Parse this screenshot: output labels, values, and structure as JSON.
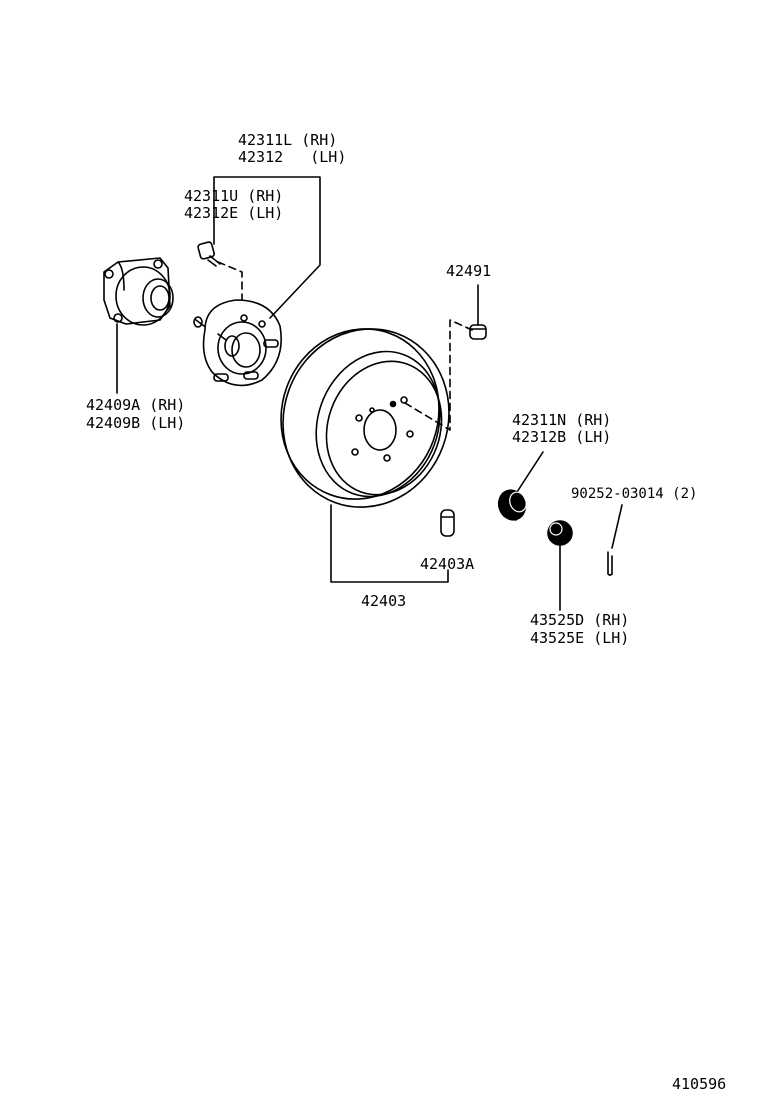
{
  "labels": {
    "hub_bolt_set_rh": "42311L (RH)",
    "hub_bolt_set_lh": "42312   (LH)",
    "hub_bolt_rh": "42311U (RH)",
    "hub_bolt_lh": "42312E (LH)",
    "hub_bearing_rh": "42409A (RH)",
    "hub_bearing_lh": "42409B (LH)",
    "hole_plug": "42491",
    "hub_nut_rh": "42311N (RH)",
    "hub_nut_lh": "42312B (LH)",
    "cotter_pin": "90252-03014 (2)",
    "drum_part": "42403A",
    "drum_assembly": "42403",
    "cap_rh": "43525D (RH)",
    "cap_lh": "43525E (LH)",
    "diagram_number": "410596"
  },
  "colors": {
    "ink": "#000000",
    "background": "#ffffff"
  }
}
